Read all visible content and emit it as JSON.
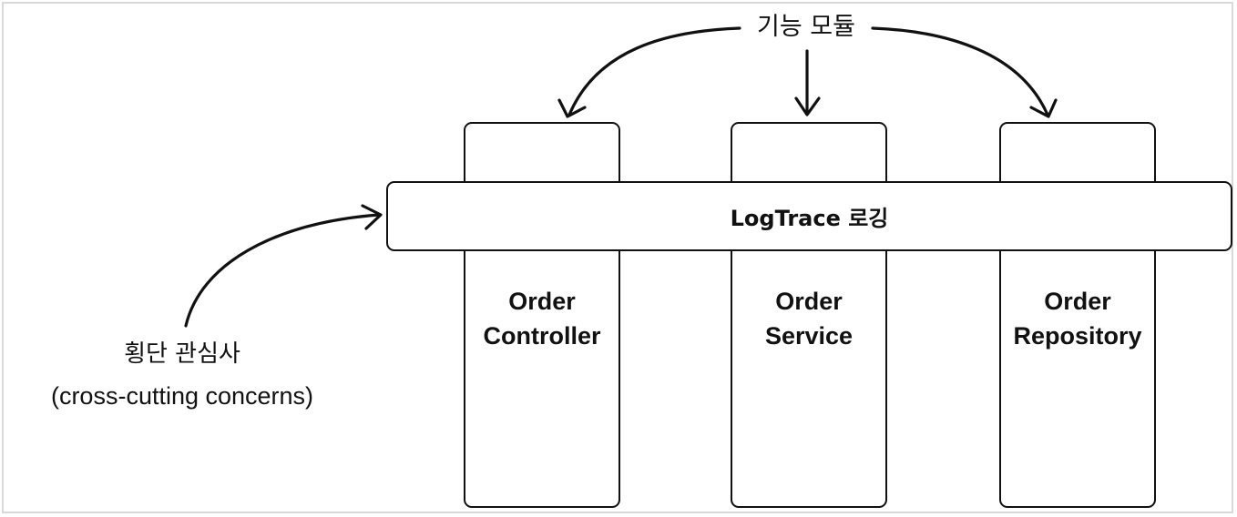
{
  "diagram": {
    "top_label": "기능 모듈",
    "bar_label": "LogTrace 로깅",
    "side_label": {
      "line1": "횡단 관심사",
      "line2": "(cross-cutting concerns)"
    },
    "modules": [
      {
        "line1": "Order",
        "line2": "Controller"
      },
      {
        "line1": "Order",
        "line2": "Service"
      },
      {
        "line1": "Order",
        "line2": "Repository"
      }
    ],
    "colors": {
      "stroke": "#111111",
      "background": "#ffffff",
      "frame": "#d9d9d9"
    }
  }
}
